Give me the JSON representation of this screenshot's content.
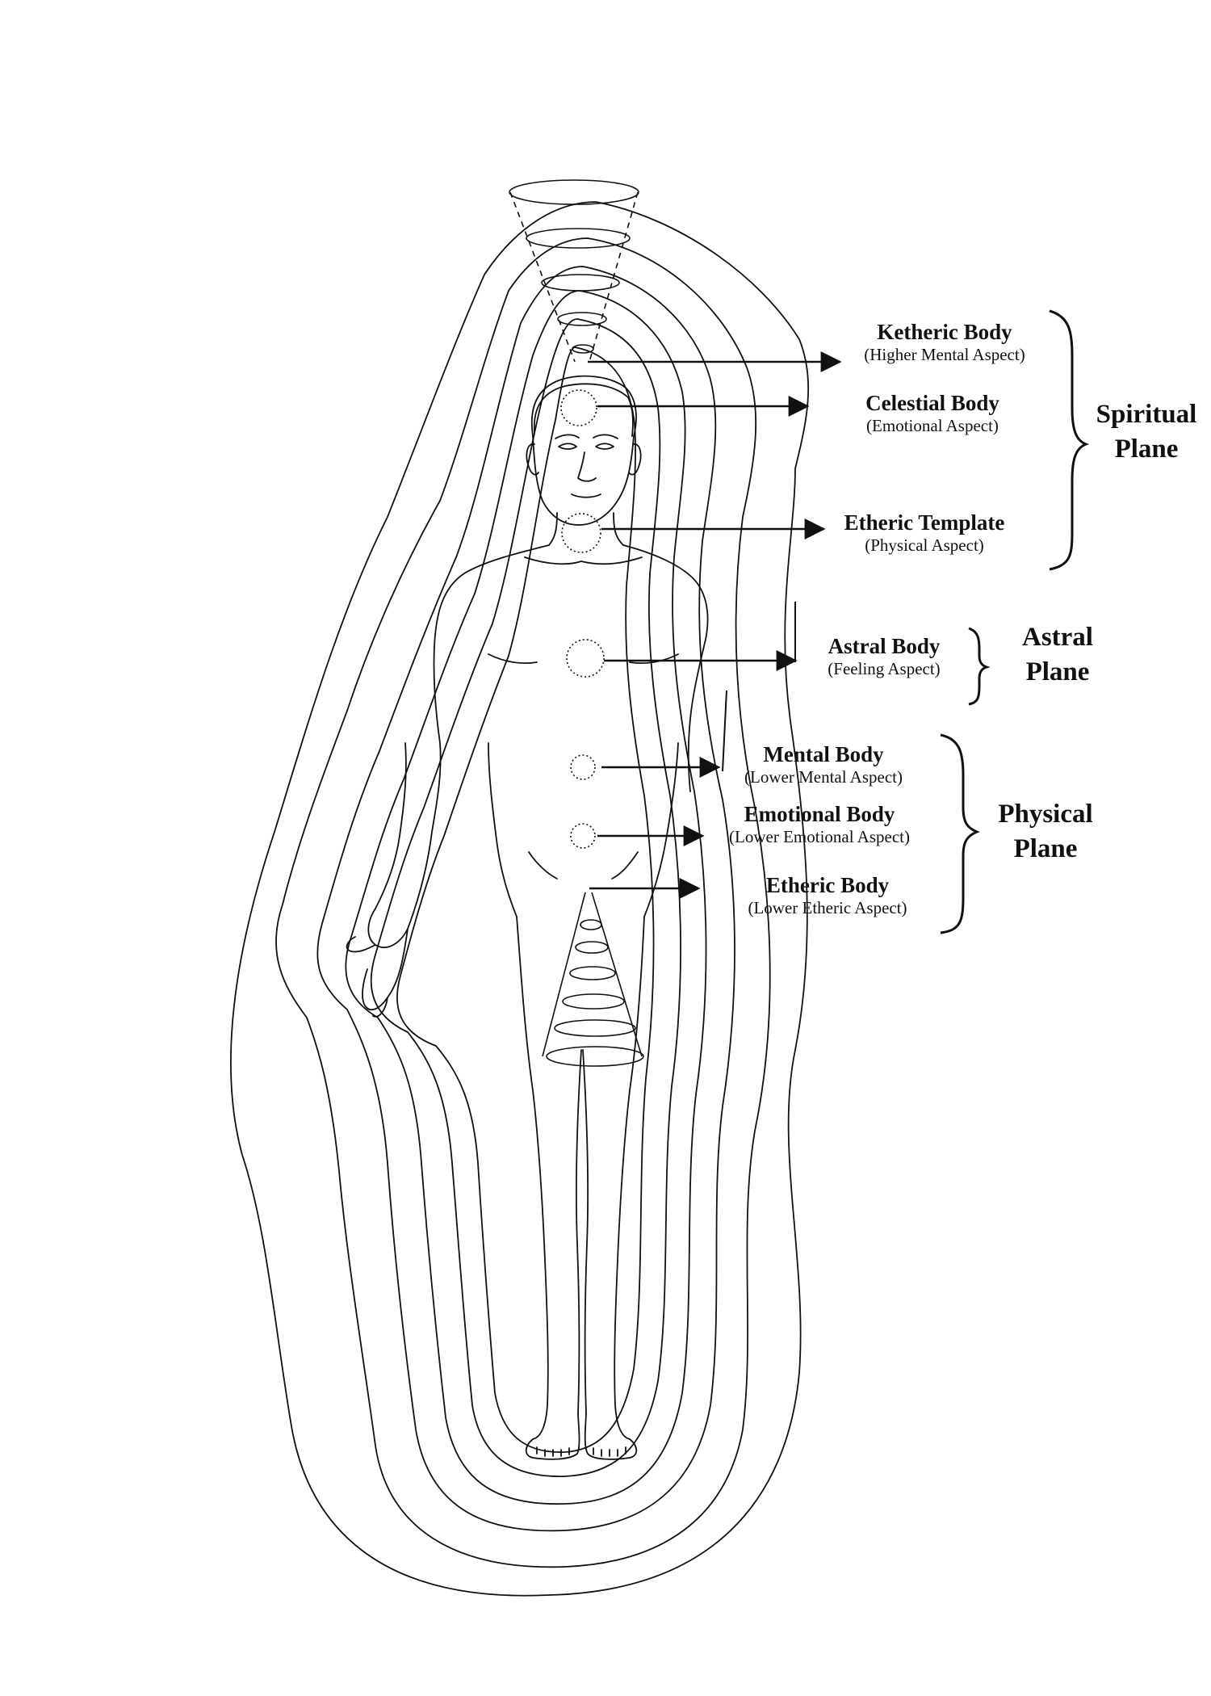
{
  "bodies": [
    {
      "name": "Ketheric Body",
      "aspect": "(Higher Mental Aspect)"
    },
    {
      "name": "Celestial Body",
      "aspect": "(Emotional Aspect)"
    },
    {
      "name": "Etheric Template",
      "aspect": "(Physical Aspect)"
    },
    {
      "name": "Astral Body",
      "aspect": "(Feeling Aspect)"
    },
    {
      "name": "Mental Body",
      "aspect": "(Lower Mental Aspect)"
    },
    {
      "name": "Emotional Body",
      "aspect": "(Lower Emotional Aspect)"
    },
    {
      "name": "Etheric Body",
      "aspect": "(Lower Etheric Aspect)"
    }
  ],
  "planes": [
    {
      "line1": "Spiritual",
      "line2": "Plane"
    },
    {
      "line1": "Astral",
      "line2": "Plane"
    },
    {
      "line1": "Physical",
      "line2": "Plane"
    }
  ],
  "colors": {
    "ink": "#111111",
    "background": "#ffffff"
  },
  "icons": [
    "human-figure",
    "aura-contours",
    "chakra-circles",
    "energy-cones",
    "arrows",
    "curly-braces"
  ]
}
